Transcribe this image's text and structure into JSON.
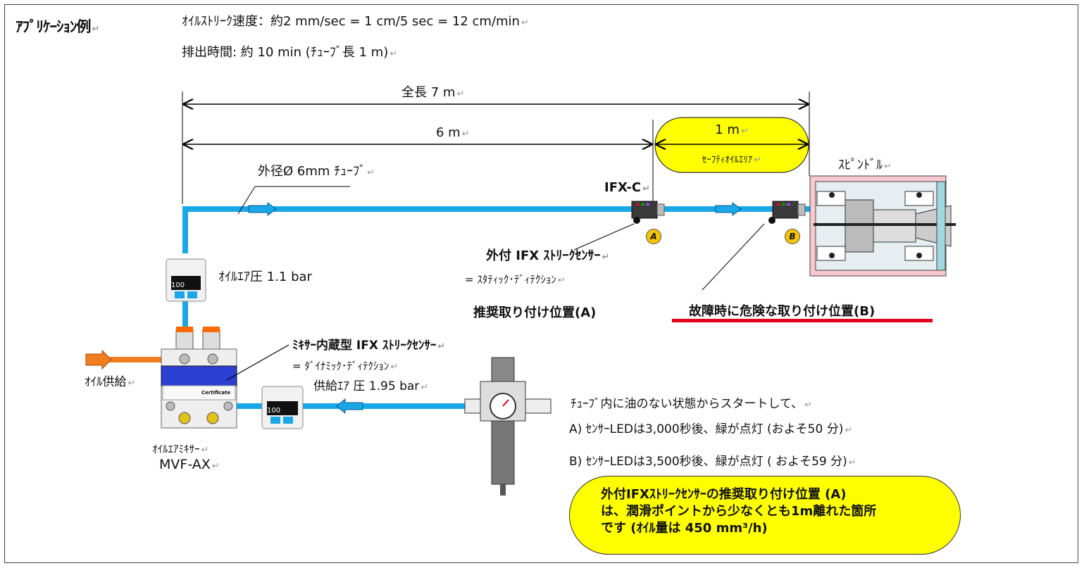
{
  "header": {
    "title": "ｱﾌﾟﾘｹｰｼｮﾝ例",
    "speed_line": "ｵｲﾙｽﾄﾘｰｸ速度：約2 mm/sec = 1 cm/5 sec = 12 cm/min",
    "time_line": "排出時間: 約 10 min (ﾁｭｰﾌﾞ長 1 m)"
  },
  "dimensions": {
    "total_length": "全長 7 m",
    "six_m": "6 m",
    "one_m": "1 m",
    "safety_area": "ｾｰﾌﾃｨｵｲﾙｴﾘｱ"
  },
  "labels": {
    "tube": "外径Ø 6mm ﾁｭｰﾌﾞ",
    "spindle": "ｽﾋﾟﾝﾄﾞﾙ",
    "ifx_c": "IFX-C",
    "external_sensor": "外付 IFX ｽﾄﾘｰｸｾﾝｻｰ",
    "static_detection": "= ｽﾀﾃｨｯｸ･ﾃﾞｨﾃｸｼｮﾝ",
    "recommended_position": "推奨取り付け位置(A)",
    "dangerous_position": "故障時に危険な取り付け位置(B)",
    "oil_air_pressure": "ｵｲﾙｴｱ圧  1.1 bar",
    "mixer_sensor": "ﾐｷｻｰ内蔵型 IFX ｽﾄﾘｰｸｾﾝｻｰ",
    "dynamic_detection": "= ﾀﾞｲﾅﾐｯｸ･ﾃﾞｨﾃｸｼｮﾝ",
    "supply_air": "供給ｴｱ 圧 1.95 bar",
    "oil_supply": "ｵｲﾙ供給",
    "mixer_name": "ｵｲﾙｴｱﾐｷｻｰ",
    "mixer_model": "MVF-AX",
    "badge_a": "A",
    "badge_b": "B",
    "gauge_value": "100",
    "certificate": "Certificate"
  },
  "notes": {
    "start": "ﾁｭｰﾌﾞ内に油のない状態からスタートして、",
    "a": "A) ｾﾝｻｰLEDは3,000秒後、緑が点灯 (およそ50 分)",
    "b": "B) ｾﾝｻｰLEDは3,500秒後、緑が点灯 ( およそ59 分)"
  },
  "callout": {
    "text": "外付IFXｽﾄﾘｰｸｾﾝｻｰの推奨取り付け位置 (A)\nは、潤滑ポイントから少なくとも1m離れた箇所\nです (ｵｲﾙ量は 450 mm³/h)"
  },
  "colors": {
    "tube": "#1aa7e8",
    "oil": "#f07d1e",
    "highlight": "#ffff00",
    "danger": "#e3001b"
  }
}
